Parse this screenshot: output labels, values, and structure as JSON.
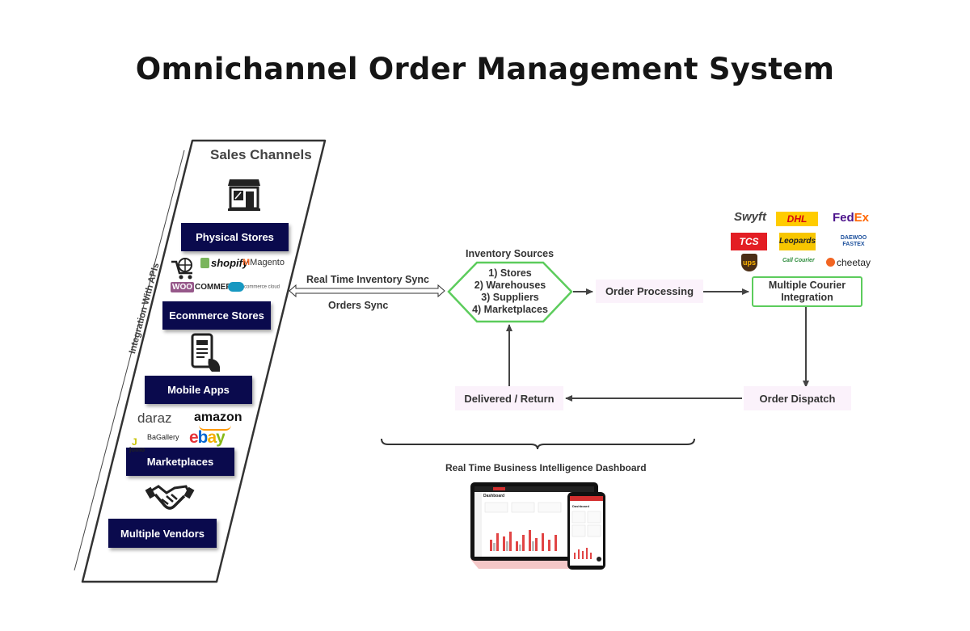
{
  "title": "Omnichannel Order Management System",
  "sales_channels": {
    "title": "Sales Channels",
    "integration_label": "Integration With APIs",
    "items": [
      "Physical Stores",
      "Ecommerce Stores",
      "Mobile Apps",
      "Marketplaces",
      "Multiple Vendors"
    ],
    "ecommerce_logos": [
      "shopify",
      "Magento",
      "WOO",
      "COMMERCE",
      "commerce cloud"
    ],
    "marketplace_logos": [
      "daraz",
      "amazon",
      "jomo",
      "BaGallery",
      "ebay"
    ]
  },
  "sync": {
    "inventory": "Real Time Inventory Sync",
    "orders": "Orders Sync"
  },
  "inventory": {
    "title": "Inventory Sources",
    "lines": [
      "1) Stores",
      "2) Warehouses",
      "3) Suppliers",
      "4) Marketplaces"
    ]
  },
  "flow": {
    "order_processing": "Order Processing",
    "courier": "Multiple Courier Integration",
    "order_dispatch": "Order Dispatch",
    "delivered": "Delivered / Return"
  },
  "courier_logos": [
    "Swyft",
    "DHL",
    "FedEx",
    "TCS",
    "Leopards",
    "DAEWOO FASTEX",
    "ups",
    "Call Courier",
    "cheetay"
  ],
  "dashboard": {
    "label": "Real Time Business Intelligence Dashboard",
    "screen_title": "Dashboard"
  },
  "colors": {
    "navy": "#0a0a4d",
    "green": "#5ccc5c",
    "pink": "#fbf2fb",
    "arrow": "#444444",
    "accent": "#d32f2f"
  }
}
